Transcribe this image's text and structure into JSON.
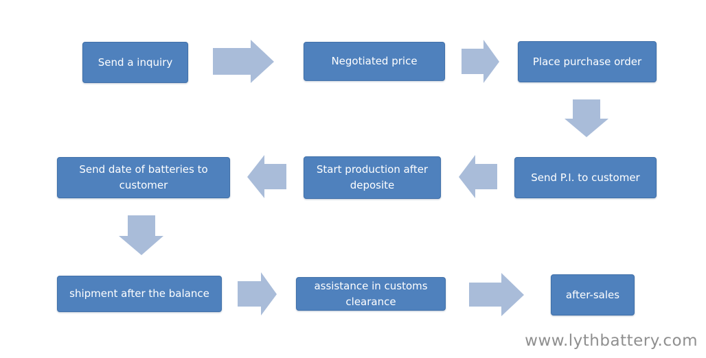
{
  "steps": {
    "send_inquiry": "Send a inquiry",
    "negotiated_price": "Negotiated price",
    "place_order": "Place purchase order",
    "send_pi": "Send P.I. to customer",
    "start_production": "Start production after deposite",
    "send_date": "Send date of batteries to customer",
    "shipment": "shipment after the balance",
    "customs": "assistance in customs clearance",
    "after_sales": "after-sales"
  },
  "colors": {
    "box_fill": "#4f81bd",
    "arrow_fill": "#a9bcd9"
  },
  "watermark": "www.lythbattery.com"
}
